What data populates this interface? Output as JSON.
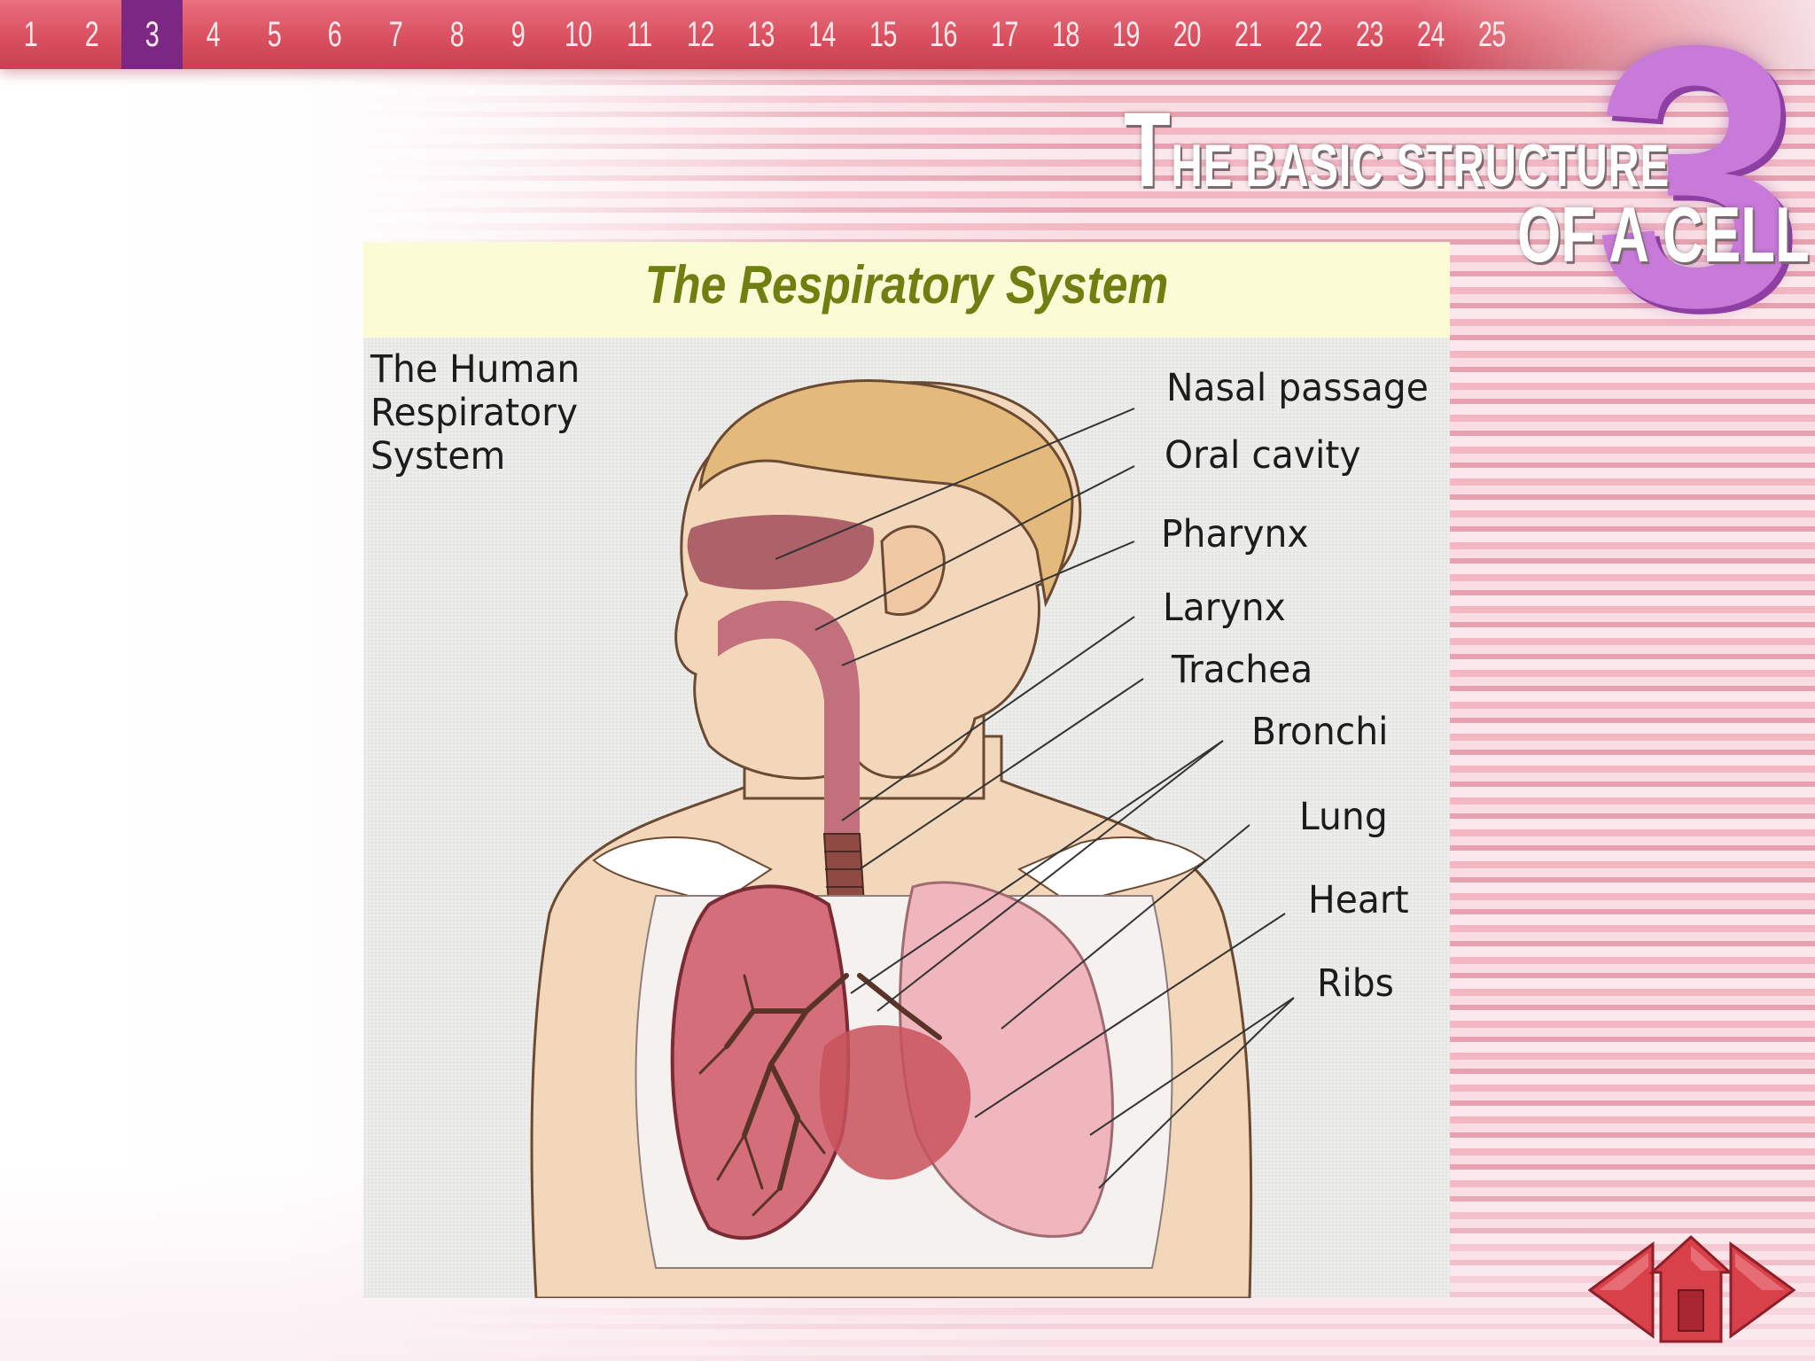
{
  "slide_numbers": [
    "1",
    "2",
    "3",
    "4",
    "5",
    "6",
    "7",
    "8",
    "9",
    "10",
    "11",
    "12",
    "13",
    "14",
    "15",
    "16",
    "17",
    "18",
    "19",
    "20",
    "21",
    "22",
    "23",
    "24",
    "25"
  ],
  "active_slide": "3",
  "chapter": {
    "number": "3",
    "title_first_letter": "T",
    "title_rest": "HE BASIC STRUCTURE",
    "title_line2": "OF A CELL"
  },
  "slide": {
    "title": "The Respiratory System",
    "figure_caption": [
      "The Human",
      "Respiratory",
      "System"
    ],
    "labels": {
      "nasal_passage": "Nasal passage",
      "oral_cavity": "Oral cavity",
      "pharynx": "Pharynx",
      "larynx": "Larynx",
      "trachea": "Trachea",
      "bronchi": "Bronchi",
      "lung": "Lung",
      "heart": "Heart",
      "ribs": "Ribs"
    }
  },
  "colors": {
    "topbar": "#d9505f",
    "active_slide": "#7d2785",
    "chapter_number": "#c77ad8",
    "slide_title": "#6f7f12",
    "title_band": "#fbfbd6",
    "nav_buttons": "#d8414a"
  },
  "nav": {
    "prev_icon": "left-arrow-icon",
    "home_icon": "home-icon",
    "next_icon": "right-arrow-icon"
  }
}
